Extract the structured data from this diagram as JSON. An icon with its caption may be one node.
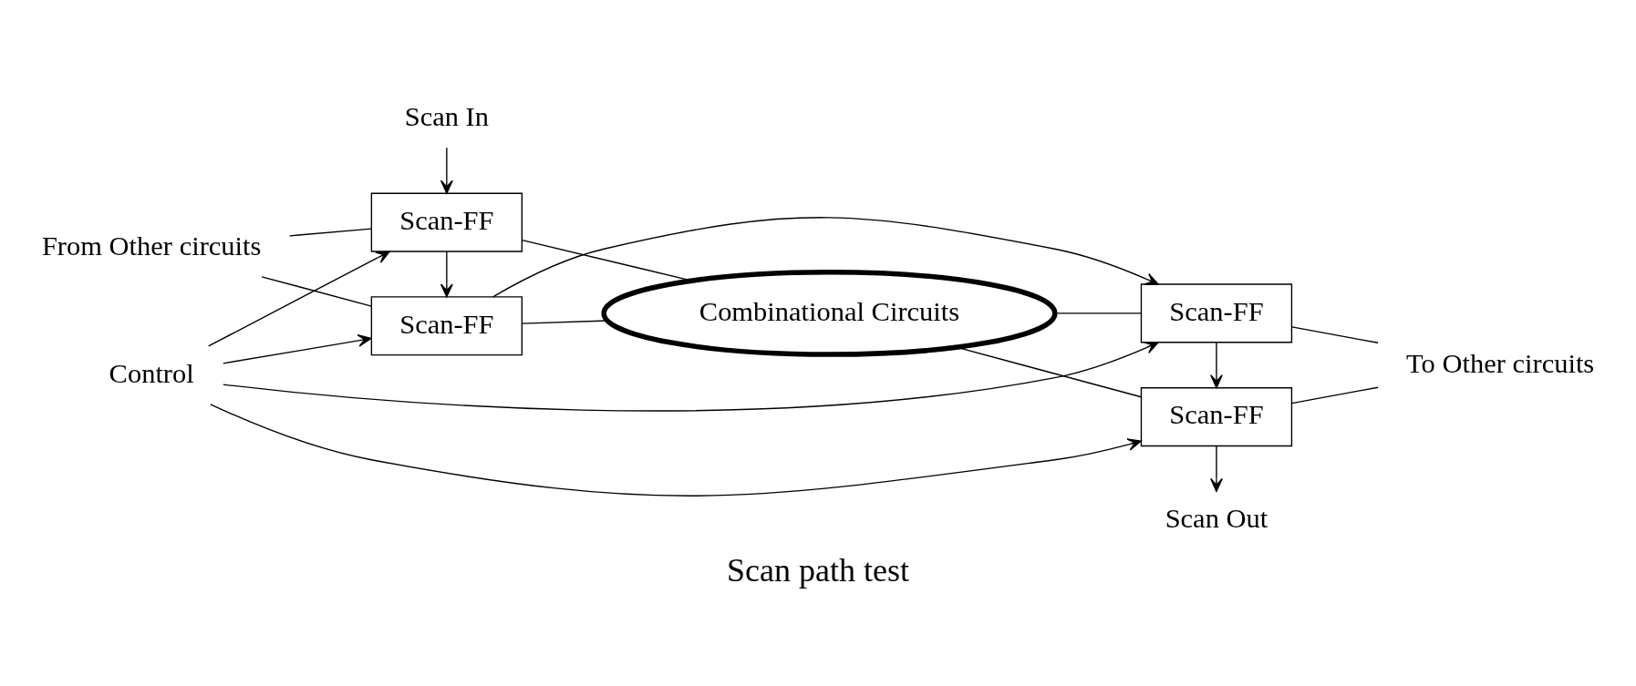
{
  "diagram": {
    "caption": "Scan path test",
    "nodes": [
      {
        "text": [
          "Control"
        ]
      },
      {
        "text": [
          "Scan-FF"
        ]
      },
      {
        "text": [
          "Scan-FF"
        ]
      },
      {
        "text": [
          "Combinational Circuits"
        ]
      },
      {
        "text": [
          "Scan-FF"
        ]
      },
      {
        "text": [
          "Scan-FF"
        ]
      },
      {
        "text": [
          "Scan In"
        ]
      },
      {
        "text": [
          "Scan Out"
        ]
      },
      {
        "text": [
          "From Other circuits"
        ]
      },
      {
        "text": [
          "To Other circuits"
        ]
      }
    ],
    "edges": [
      {
        "from": 0,
        "to": 1,
        "arrow": "to"
      },
      {
        "from": 0,
        "to": 2,
        "arrow": "to"
      },
      {
        "from": 0,
        "to": 4,
        "arrow": "to"
      },
      {
        "from": 0,
        "to": 5,
        "arrow": "to"
      },
      {
        "from": 8,
        "to": 1,
        "arrow": "none"
      },
      {
        "from": 8,
        "to": 2,
        "arrow": "none"
      },
      {
        "from": 6,
        "to": 2,
        "arrow": "to"
      },
      {
        "from": 2,
        "to": 1,
        "arrow": "to"
      },
      {
        "from": 1,
        "to": 4,
        "arrow": "to"
      },
      {
        "from": 1,
        "to": 3,
        "arrow": "none"
      },
      {
        "from": 2,
        "to": 3,
        "arrow": "none"
      },
      {
        "from": 3,
        "to": 4,
        "arrow": "none"
      },
      {
        "from": 3,
        "to": 5,
        "arrow": "none"
      },
      {
        "from": 4,
        "to": 5,
        "arrow": "to"
      },
      {
        "from": 4,
        "to": 9,
        "arrow": "none"
      },
      {
        "from": 5,
        "to": 9,
        "arrow": "none"
      },
      {
        "from": 5,
        "to": 7,
        "arrow": "to"
      }
    ]
  }
}
